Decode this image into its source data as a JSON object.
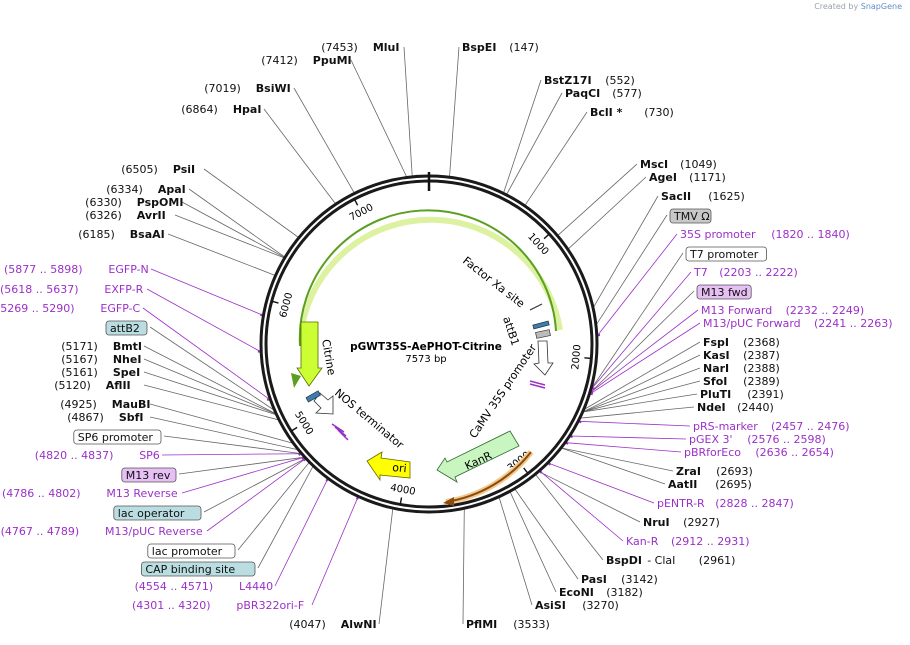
{
  "credit": {
    "prefix": "Created by",
    "brand": "SnapGene"
  },
  "plasmid": {
    "name": "pGWT35S-AePHOT-Citrine",
    "length_label": "7573 bp",
    "length": 7573
  },
  "colors": {
    "enzyme": "#111111",
    "feature": "#9b30c8",
    "line": "#555555",
    "feature_line": "#9b30c8",
    "box_gray": "#c8c8c8",
    "box_purple": "#e6bff5",
    "box_teal": "#b9dde0",
    "box_white": "#ffffff",
    "citrine_arrow": "#ccff33",
    "ori_arrow": "#ffff00",
    "kanr_arrow": "#c8f5c0",
    "kanr_halo": "#f2c98a",
    "citrine_halo": "#ddf2a0"
  },
  "ruler_ticks": [
    {
      "pos": 1000,
      "label": "1000"
    },
    {
      "pos": 2000,
      "label": "2000"
    },
    {
      "pos": 3000,
      "label": "3000"
    },
    {
      "pos": 4000,
      "label": "4000"
    },
    {
      "pos": 5000,
      "label": "5000"
    },
    {
      "pos": 6000,
      "label": "6000"
    },
    {
      "pos": 7000,
      "label": "7000"
    }
  ],
  "labels": [
    {
      "id": "MluI",
      "type": "enzyme",
      "name": "MluI",
      "coord": "(7453)",
      "pos": 7453
    },
    {
      "id": "BspEI",
      "type": "enzyme",
      "name": "BspEI",
      "coord": "(147)",
      "pos": 147
    },
    {
      "id": "PpuMI",
      "type": "enzyme",
      "name": "PpuMI",
      "coord": "(7412)",
      "pos": 7412
    },
    {
      "id": "BstZ17I",
      "type": "enzyme",
      "name": "BstZ17I",
      "coord": "(552)",
      "pos": 552
    },
    {
      "id": "PaqCI",
      "type": "enzyme",
      "name": "PaqCI",
      "coord": "(577)",
      "pos": 577
    },
    {
      "id": "BsiWI",
      "type": "enzyme",
      "name": "BsiWI",
      "coord": "(7019)",
      "pos": 7019
    },
    {
      "id": "BclI",
      "type": "enzyme",
      "name": "BclI *",
      "coord": "(730)",
      "pos": 730
    },
    {
      "id": "HpaI",
      "type": "enzyme",
      "name": "HpaI",
      "coord": "(6864)",
      "pos": 6864
    },
    {
      "id": "MscI",
      "type": "enzyme",
      "name": "MscI",
      "coord": "(1049)",
      "pos": 1049
    },
    {
      "id": "AgeI",
      "type": "enzyme",
      "name": "AgeI",
      "coord": "(1171)",
      "pos": 1171
    },
    {
      "id": "PsiI",
      "type": "enzyme",
      "name": "PsiI",
      "coord": "(6505)",
      "pos": 6505
    },
    {
      "id": "ApaI",
      "type": "enzyme",
      "name": "ApaI",
      "coord": "(6334)",
      "pos": 6334
    },
    {
      "id": "SacII",
      "type": "enzyme",
      "name": "SacII",
      "coord": "(1625)",
      "pos": 1625
    },
    {
      "id": "PspOMI",
      "type": "enzyme",
      "name": "PspOMI",
      "coord": "(6330)",
      "pos": 6330
    },
    {
      "id": "AvrII",
      "type": "enzyme",
      "name": "AvrII",
      "coord": "(6326)",
      "pos": 6326
    },
    {
      "id": "TMV",
      "type": "box",
      "box": "box_gray",
      "name": "TMV Ω",
      "pos": 1750
    },
    {
      "id": "BsaAI",
      "type": "enzyme",
      "name": "BsaAI",
      "coord": "(6185)",
      "pos": 6185
    },
    {
      "id": "p35S",
      "type": "feature",
      "name": "35S promoter",
      "coord": "(1820 .. 1840)",
      "pos": 1830
    },
    {
      "id": "T7prom",
      "type": "box",
      "box": "box_white",
      "name": "T7 promoter",
      "pos": 2205
    },
    {
      "id": "EGFPN",
      "type": "feature",
      "name": "EGFP-N",
      "coord": "(5877 .. 5898)",
      "pos": 5887
    },
    {
      "id": "T7",
      "type": "feature",
      "name": "T7",
      "coord": "(2203 .. 2222)",
      "pos": 2212
    },
    {
      "id": "EXFPR",
      "type": "feature",
      "name": "EXFP-R",
      "coord": "(5618 .. 5637)",
      "pos": 5627
    },
    {
      "id": "M13fwd",
      "type": "box",
      "box": "box_purple",
      "name": "M13 fwd",
      "pos": 2240
    },
    {
      "id": "EGFPC",
      "type": "feature",
      "name": "EGFP-C",
      "coord": "(5269 .. 5290)",
      "pos": 5279
    },
    {
      "id": "M13F",
      "type": "feature",
      "name": "M13 Forward",
      "coord": "(2232 .. 2249)",
      "pos": 2240
    },
    {
      "id": "attB2",
      "type": "box",
      "box": "box_teal",
      "name": "attB2",
      "pos": 5200
    },
    {
      "id": "M13pUCF",
      "type": "feature",
      "name": "M13/pUC Forward",
      "coord": "(2241 .. 2263)",
      "pos": 2252
    },
    {
      "id": "BmtI",
      "type": "enzyme",
      "name": "BmtI",
      "coord": "(5171)",
      "pos": 5171
    },
    {
      "id": "FspI",
      "type": "enzyme",
      "name": "FspI",
      "coord": "(2368)",
      "pos": 2368
    },
    {
      "id": "NheI",
      "type": "enzyme",
      "name": "NheI",
      "coord": "(5167)",
      "pos": 5167
    },
    {
      "id": "KasI",
      "type": "enzyme",
      "name": "KasI",
      "coord": "(2387)",
      "pos": 2387
    },
    {
      "id": "SpeI",
      "type": "enzyme",
      "name": "SpeI",
      "coord": "(5161)",
      "pos": 5161
    },
    {
      "id": "NarI",
      "type": "enzyme",
      "name": "NarI",
      "coord": "(2388)",
      "pos": 2388
    },
    {
      "id": "AflII",
      "type": "enzyme",
      "name": "AflII",
      "coord": "(5120)",
      "pos": 5120
    },
    {
      "id": "SfoI",
      "type": "enzyme",
      "name": "SfoI",
      "coord": "(2389)",
      "pos": 2389
    },
    {
      "id": "PluTI",
      "type": "enzyme",
      "name": "PluTI",
      "coord": "(2391)",
      "pos": 2391
    },
    {
      "id": "MauBI",
      "type": "enzyme",
      "name": "MauBI",
      "coord": "(4925)",
      "pos": 4925
    },
    {
      "id": "NdeI",
      "type": "enzyme",
      "name": "NdeI",
      "coord": "(2440)",
      "pos": 2440
    },
    {
      "id": "SbfI",
      "type": "enzyme",
      "name": "SbfI",
      "coord": "(4867)",
      "pos": 4867
    },
    {
      "id": "pRS",
      "type": "feature",
      "name": "pRS-marker",
      "coord": "(2457 .. 2476)",
      "pos": 2466
    },
    {
      "id": "SP6prom",
      "type": "box",
      "box": "box_white",
      "name": "SP6 promoter",
      "pos": 4830
    },
    {
      "id": "pGEX",
      "type": "feature",
      "name": "pGEX 3'",
      "coord": "(2576 .. 2598)",
      "pos": 2587
    },
    {
      "id": "pBRforEco",
      "type": "feature",
      "name": "pBRforEco",
      "coord": "(2636 .. 2654)",
      "pos": 2645
    },
    {
      "id": "SP6",
      "type": "feature",
      "name": "SP6",
      "coord": "(4820 .. 4837)",
      "pos": 4828
    },
    {
      "id": "ZraI",
      "type": "enzyme",
      "name": "ZraI",
      "coord": "(2693)",
      "pos": 2693
    },
    {
      "id": "M13rev",
      "type": "box",
      "box": "box_purple",
      "name": "M13 rev",
      "pos": 4794
    },
    {
      "id": "AatII",
      "type": "enzyme",
      "name": "AatII",
      "coord": "(2695)",
      "pos": 2695
    },
    {
      "id": "M13R",
      "type": "feature",
      "name": "M13 Reverse",
      "coord": "(4786 .. 4802)",
      "pos": 4794
    },
    {
      "id": "pENTRR",
      "type": "feature",
      "name": "pENTR-R",
      "coord": "(2828 .. 2847)",
      "pos": 2837
    },
    {
      "id": "lacop",
      "type": "box",
      "box": "box_teal",
      "name": "lac operator",
      "pos": 4780
    },
    {
      "id": "NruI",
      "type": "enzyme",
      "name": "NruI",
      "coord": "(2927)",
      "pos": 2927
    },
    {
      "id": "M13pUCR",
      "type": "feature",
      "name": "M13/pUC Reverse",
      "coord": "(4767 .. 4789)",
      "pos": 4778
    },
    {
      "id": "KanR_primer",
      "type": "feature",
      "name": "Kan-R",
      "coord": "(2912 .. 2931)",
      "pos": 2921
    },
    {
      "id": "lacprom",
      "type": "box",
      "box": "box_white",
      "name": "lac promoter",
      "pos": 4740
    },
    {
      "id": "BspDI",
      "type": "enzyme",
      "name": "BspDI",
      "name2": "- ClaI",
      "coord": "(2961)",
      "pos": 2961
    },
    {
      "id": "CAP",
      "type": "box",
      "box": "box_teal",
      "name": "CAP binding site",
      "pos": 4700
    },
    {
      "id": "PasI",
      "type": "enzyme",
      "name": "PasI",
      "coord": "(3142)",
      "pos": 3142
    },
    {
      "id": "L4440",
      "type": "feature",
      "name": "L4440",
      "coord": "(4554 .. 4571)",
      "pos": 4562
    },
    {
      "id": "EcoNI",
      "type": "enzyme",
      "name": "EcoNI",
      "coord": "(3182)",
      "pos": 3182
    },
    {
      "id": "AsiSI",
      "type": "enzyme",
      "name": "AsiSI",
      "coord": "(3270)",
      "pos": 3270
    },
    {
      "id": "pBR322",
      "type": "feature",
      "name": "pBR322ori-F",
      "coord": "(4301 .. 4320)",
      "pos": 4310
    },
    {
      "id": "AlwNI",
      "type": "enzyme",
      "name": "AlwNI",
      "coord": "(4047)",
      "pos": 4047
    },
    {
      "id": "PflMI",
      "type": "enzyme",
      "name": "PflMI",
      "coord": "(3533)",
      "pos": 3533
    }
  ],
  "inner_labels": [
    {
      "id": "factorxa",
      "name": "Factor Xa site"
    },
    {
      "id": "attB1",
      "name": "attB1"
    },
    {
      "id": "caMV",
      "name": "CaMV 35S promoter"
    },
    {
      "id": "citrine",
      "name": "Citrine"
    },
    {
      "id": "nos",
      "name": "NOS terminator"
    },
    {
      "id": "kanr",
      "name": "KanR"
    },
    {
      "id": "ori",
      "name": "ori"
    }
  ]
}
